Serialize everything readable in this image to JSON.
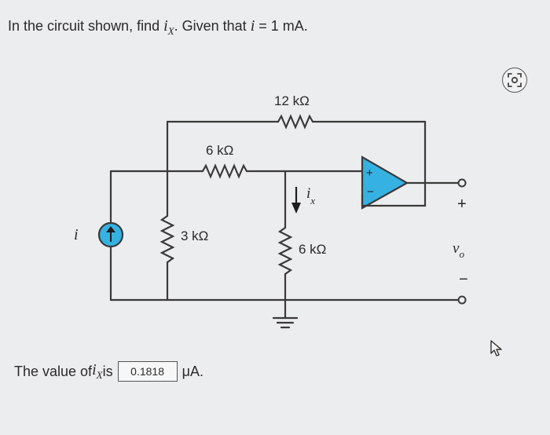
{
  "question": {
    "prefix": "In the circuit shown, find ",
    "var_ix_main": "i",
    "var_ix_sub": "X",
    "middle": ". Given that ",
    "var_i": "i",
    "given_value": " = 1 mA."
  },
  "circuit": {
    "r_top_label": "12 kΩ",
    "r_mid_label": "6 kΩ",
    "r_shunt_label": "3 kΩ",
    "r_bottom_label": "6 kΩ",
    "source_label": "i",
    "ix_main": "i",
    "ix_sub": "x",
    "opamp_plus": "+",
    "opamp_minus": "−",
    "vo_main": "v",
    "vo_sub": "o",
    "out_plus": "+",
    "out_minus": "−"
  },
  "answer": {
    "prefix": "The value of ",
    "var_main": "i",
    "var_sub": "X",
    "is_text": " is",
    "value": "0.1818",
    "unit": "μA."
  },
  "icons": {
    "scan": "scan-icon",
    "cursor": "cursor-icon"
  }
}
